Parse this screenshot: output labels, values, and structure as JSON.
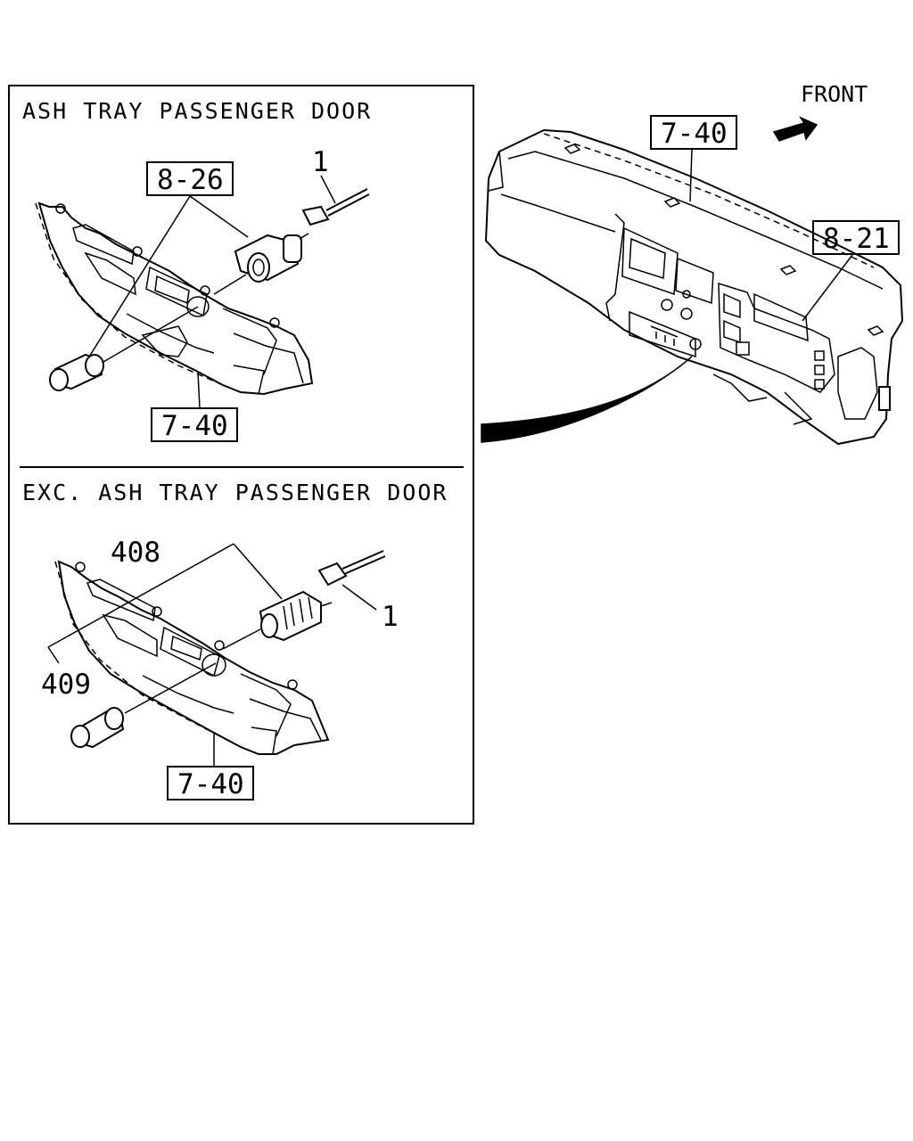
{
  "panel_top": {
    "title": "ASH TRAY PASSENGER DOOR",
    "refs": [
      "8-26",
      "7-40"
    ],
    "part_numbers": [
      "1"
    ]
  },
  "panel_bottom": {
    "title": "EXC. ASH TRAY PASSENGER DOOR",
    "refs": [
      "7-40"
    ],
    "part_numbers": [
      "408",
      "409",
      "1"
    ]
  },
  "overview": {
    "direction_label": "FRONT",
    "refs": [
      "7-40",
      "8-21"
    ]
  }
}
